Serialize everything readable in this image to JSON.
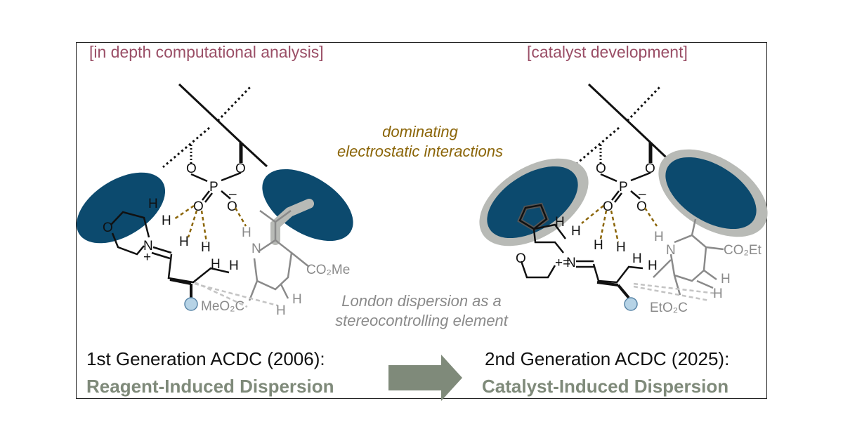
{
  "labels": {
    "left_tag": "[in depth computational analysis]",
    "right_tag": "[catalyst development]",
    "electrostatic_line1": "dominating",
    "electrostatic_line2": "electrostatic interactions",
    "london_line1": "London dispersion as a",
    "london_line2": "stereocontrolling element",
    "gen1_title": "1st Generation ACDC (2006):",
    "gen1_subtitle": "Reagent-Induced Dispersion",
    "gen2_title": "2nd Generation ACDC (2025):",
    "gen2_subtitle": "Catalyst-Induced Dispersion"
  },
  "atoms": {
    "O": "O",
    "P": "P",
    "N": "N",
    "H": "H",
    "minus": "–",
    "plus": "+",
    "plus_eq": "+=",
    "co2me": "CO₂Me",
    "meo2c": "MeO₂C",
    "co2et": "CO₂Et",
    "eto2c": "EtO₂C"
  },
  "colors": {
    "catalyst_blue": "#0c4a6e",
    "halo_gray": "#b8bab6",
    "tag_mauve": "#9a4e66",
    "electrostatic_gold": "#8b6508",
    "dispersion_gray": "#8a8a8a",
    "arrow_gray": "#7f8a7a",
    "dot_blue": "#b6d3e6"
  }
}
